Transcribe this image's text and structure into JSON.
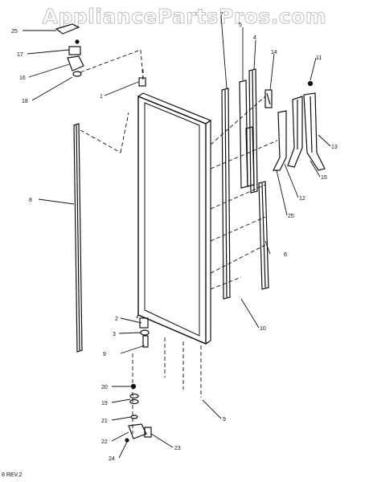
{
  "watermark": "AppliancePartsPros.com",
  "footer_text": "8 REV.2",
  "callouts": [
    "25",
    "17",
    "16",
    "18",
    "1",
    "7",
    "5",
    "4",
    "14",
    "11",
    "13",
    "15",
    "12",
    "25",
    "6",
    "8",
    "2",
    "3",
    "9",
    "10",
    "20",
    "19",
    "21",
    "22",
    "24",
    "23",
    "9"
  ],
  "colors": {
    "line": "#111111",
    "watermark_stroke": "#b8b8b8"
  }
}
